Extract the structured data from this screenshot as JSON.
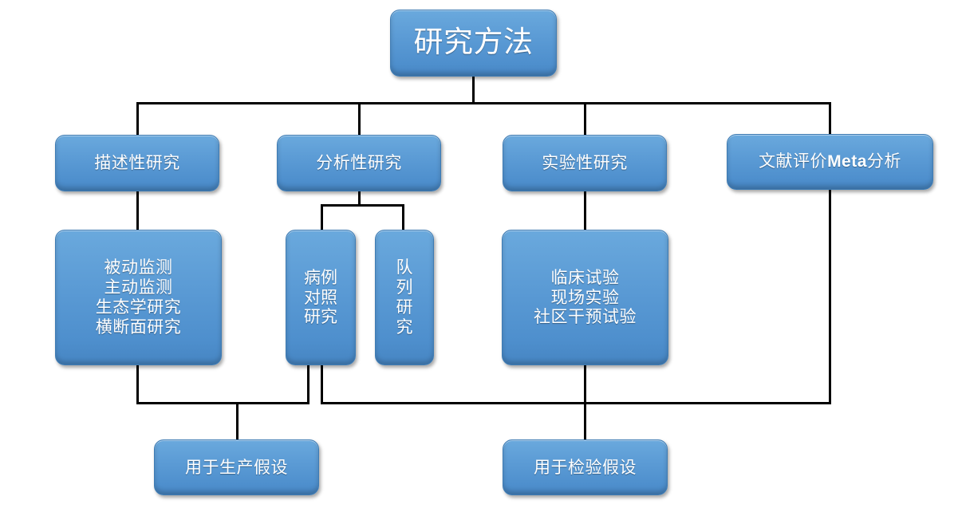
{
  "diagram": {
    "title": "研究方法",
    "root": {
      "label": "研究方法"
    },
    "branches": [
      {
        "label": "描述性研究"
      },
      {
        "label": "分析性研究"
      },
      {
        "label": "实验性研究"
      },
      {
        "label": "文献评价Meta分析"
      }
    ],
    "descriptive_methods": {
      "line1": "被动监测",
      "line2": "主动监测",
      "line3": "生态学研究",
      "line4": "横断面研究"
    },
    "case_control": {
      "line1": "病例",
      "line2": "对照",
      "line3": "研究"
    },
    "cohort": {
      "line1": "队",
      "line2": "列",
      "line3": "研",
      "line4": "究"
    },
    "experimental_methods": {
      "line1": "临床试验",
      "line2": "现场实验",
      "line3": "社区干预试验"
    },
    "outcomes": [
      {
        "label": "用于生产假设"
      },
      {
        "label": "用于检验假设"
      }
    ],
    "colors": {
      "box_fill_top": "#6aa9dd",
      "box_fill_bottom": "#4685c2",
      "box_border": "#3f7cb4",
      "text": "#ffffff",
      "connector": "#000000",
      "background": "#ffffff"
    }
  }
}
